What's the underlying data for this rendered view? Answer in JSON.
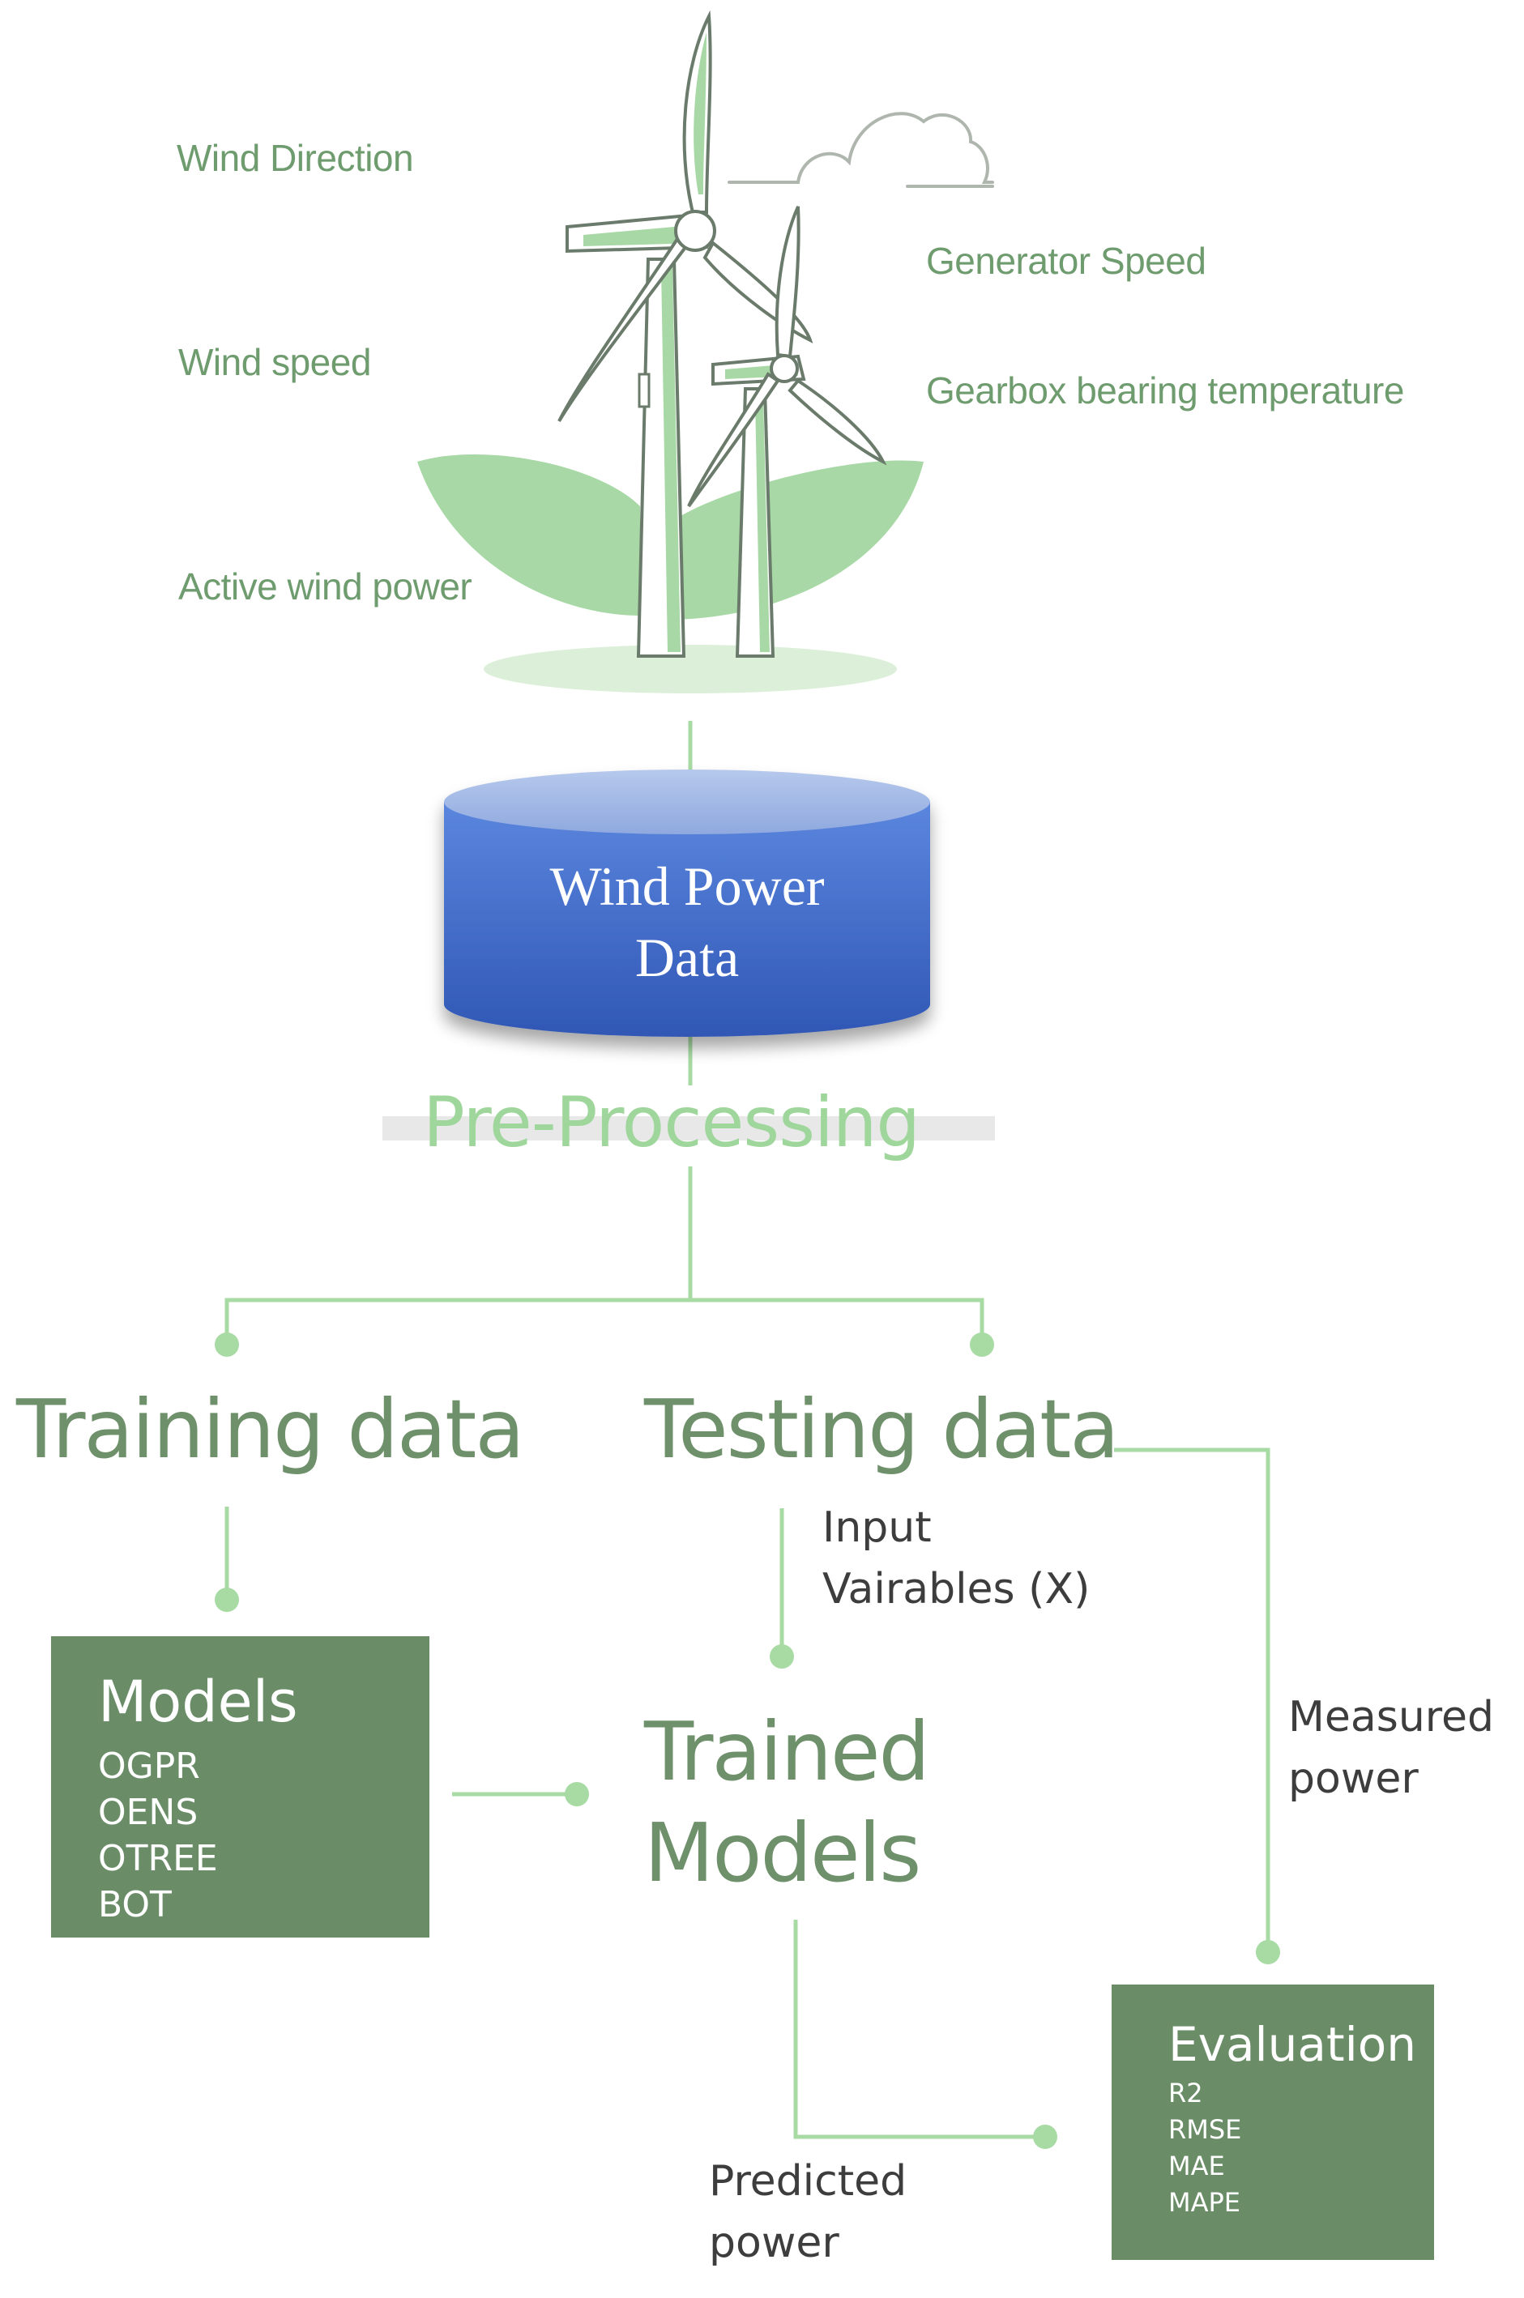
{
  "sensors": {
    "wind_direction": "Wind Direction",
    "wind_speed": "Wind speed",
    "active_wind_power": "Active wind power",
    "generator_speed": "Generator Speed",
    "gearbox_bearing_temperature": "Gearbox bearing temperature"
  },
  "database": {
    "line1": "Wind Power",
    "line2": "Data"
  },
  "preprocessing": "Pre-Processing",
  "training_data": "Training data",
  "testing_data": "Testing data",
  "input_variables": {
    "line1": "Input",
    "line2": "Vairables (X)"
  },
  "models_box": {
    "title": "Models",
    "items": [
      "OGPR",
      "OENS",
      "OTREE",
      "BOT"
    ]
  },
  "trained_models": {
    "line1": "Trained",
    "line2": "Models"
  },
  "measured_power": {
    "line1": "Measured",
    "line2": "power"
  },
  "predicted_power": {
    "line1": "Predicted",
    "line2": "power"
  },
  "evaluation_box": {
    "title": "Evaluation",
    "items": [
      "R2",
      "RMSE",
      "MAE",
      "MAPE"
    ]
  },
  "colors": {
    "line": "#a8dba4",
    "dot": "#a8dba4",
    "turbine_stroke": "#6b7b6b",
    "hill": "#a7d8a5",
    "box": "#6a8d68",
    "db_top": "#a7bde8",
    "db_body": "#3f6cc8"
  }
}
